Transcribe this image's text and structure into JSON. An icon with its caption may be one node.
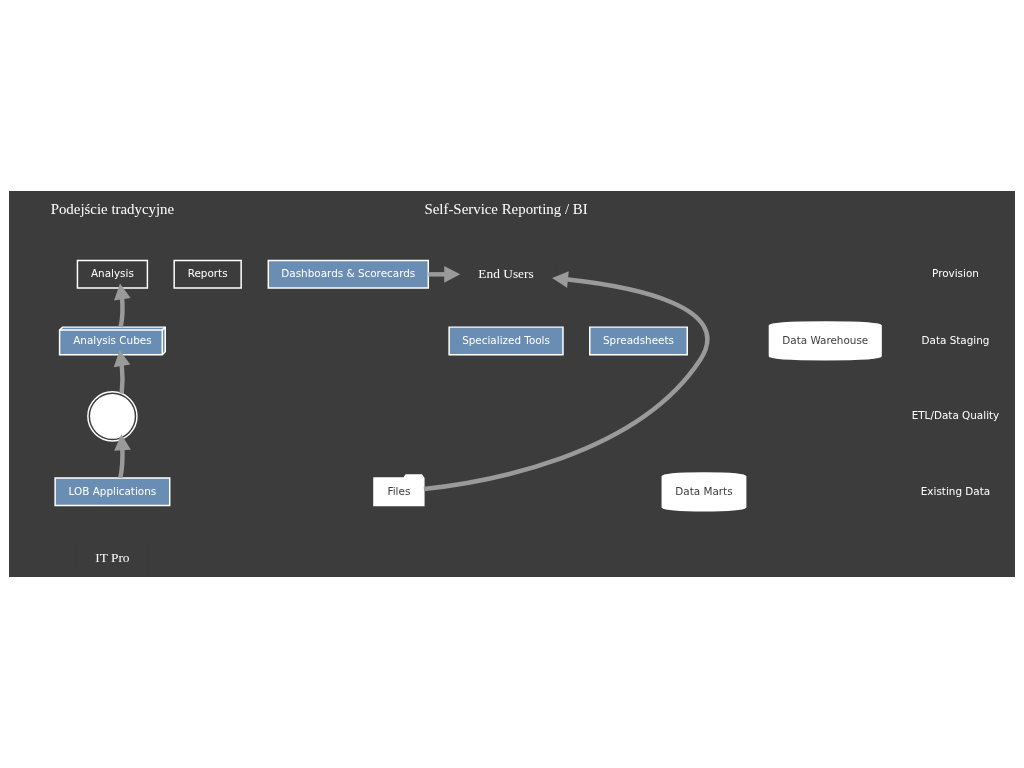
{
  "diagram": {
    "nodes": [
      {
        "text": [
          "Analysis"
        ]
      },
      {
        "text": [
          "Reports"
        ]
      },
      {
        "text": [
          "Dashboards & Scorecards"
        ]
      },
      {
        "text": [
          "End Users"
        ]
      },
      {
        "text": [
          "Analysis Cubes"
        ]
      },
      {
        "text": [
          "Data Warehouse"
        ]
      },
      {
        "text": [],
        "shape": "gear"
      },
      {
        "text": [
          "LOB Applications"
        ]
      },
      {
        "text": [
          "Data Marts"
        ]
      },
      {
        "text": [
          "Files"
        ]
      },
      {
        "text": [
          "IT Pro"
        ]
      },
      {
        "text": [
          "Spreadsheets"
        ]
      },
      {
        "text": [
          "Specialized Tools"
        ]
      }
    ],
    "edges": [
      {
        "from": 2,
        "to": 3,
        "arrow": "to"
      },
      {
        "from": 9,
        "to": 3,
        "arrow": "to"
      },
      {
        "from": 4,
        "to": 0,
        "arrow": "to"
      },
      {
        "from": 6,
        "to": 4,
        "arrow": "to"
      },
      {
        "from": 7,
        "to": 6,
        "arrow": "to"
      }
    ],
    "labels": [
      "Podejście tradycyjne",
      "Self-Service Reporting / BI",
      "Provision",
      "Data Staging",
      "ETL/Data Quality",
      "Existing Data"
    ]
  }
}
